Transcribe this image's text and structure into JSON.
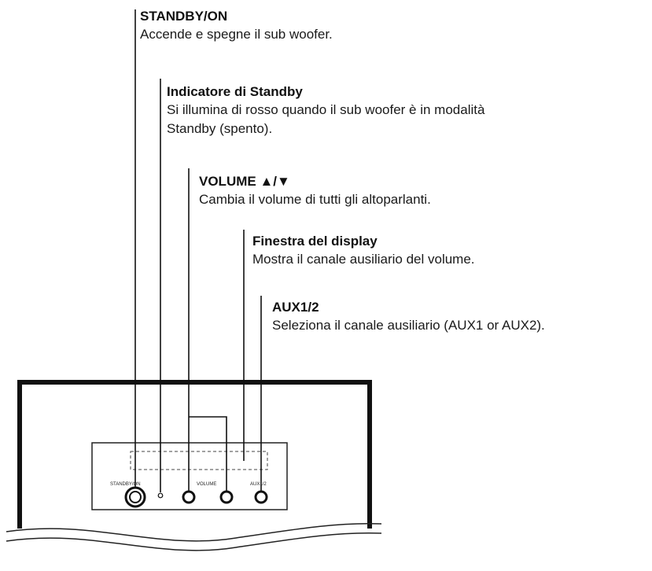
{
  "callouts": {
    "standby_on": {
      "title": "STANDBY/ON",
      "desc": "Accende e spegne il sub woofer."
    },
    "standby_indicator": {
      "title": "Indicatore di Standby",
      "desc_line1": "Si illumina di rosso quando il sub woofer è in modalità",
      "desc_line2": "Standby (spento)."
    },
    "volume": {
      "title": "VOLUME ▲/▼",
      "desc": "Cambia il volume di tutti gli altoparlanti."
    },
    "display_window": {
      "title": "Finestra del display",
      "desc": "Mostra il canale ausiliario del volume."
    },
    "aux": {
      "title": "AUX1/2",
      "desc": "Seleziona il canale ausiliario (AUX1 or AUX2)."
    }
  },
  "panel": {
    "standby_label": "STANDBY/ON",
    "volume_label": "VOLUME",
    "aux_label": "AUX1/2"
  }
}
